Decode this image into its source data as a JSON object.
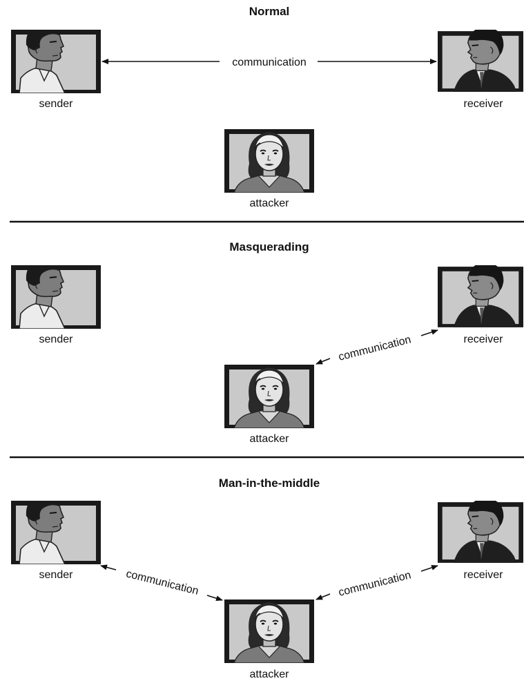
{
  "panels": [
    {
      "title": "Normal",
      "sender_label": "sender",
      "receiver_label": "receiver",
      "attacker_label": "attacker",
      "links": [
        {
          "from": "sender",
          "to": "receiver",
          "label": "communication"
        }
      ]
    },
    {
      "title": "Masquerading",
      "sender_label": "sender",
      "receiver_label": "receiver",
      "attacker_label": "attacker",
      "links": [
        {
          "from": "attacker",
          "to": "receiver",
          "label": "communication"
        }
      ]
    },
    {
      "title": "Man-in-the-middle",
      "sender_label": "sender",
      "receiver_label": "receiver",
      "attacker_label": "attacker",
      "links": [
        {
          "from": "sender",
          "to": "attacker",
          "label": "communication"
        },
        {
          "from": "attacker",
          "to": "receiver",
          "label": "communication"
        }
      ]
    }
  ],
  "colors": {
    "frame": "#1a1a1a",
    "portrait_bg": "#c9c9c9",
    "ink": "#111111"
  },
  "icons": {
    "sender": "man-profile-portrait",
    "receiver": "man-in-suit-portrait",
    "attacker": "woman-portrait"
  }
}
